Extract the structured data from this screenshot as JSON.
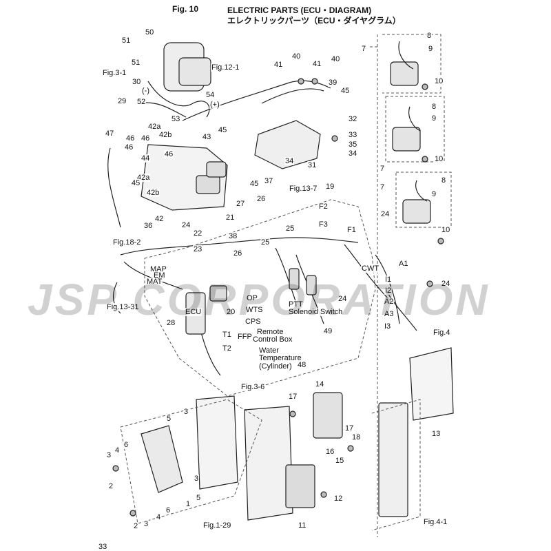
{
  "header": {
    "fig_no": "Fig. 10",
    "title_en": "ELECTRIC PARTS (ECU・DIAGRAM)",
    "title_jp": "エレクトリックパーツ（ECU・ダイヤグラム）"
  },
  "page_number": "33",
  "watermark": "JSP CORPORATION",
  "callouts": [
    {
      "id": "50",
      "text": "50"
    },
    {
      "id": "51a",
      "text": "51"
    },
    {
      "id": "51b",
      "text": "51"
    },
    {
      "id": "fig12_1",
      "text": "Fig.12-1"
    },
    {
      "id": "fig3_1",
      "text": "Fig.3-1"
    },
    {
      "id": "30",
      "text": "30"
    },
    {
      "id": "neg",
      "text": "(-)"
    },
    {
      "id": "29",
      "text": "29"
    },
    {
      "id": "52",
      "text": "52"
    },
    {
      "id": "54",
      "text": "54"
    },
    {
      "id": "pos",
      "text": "(+)"
    },
    {
      "id": "53",
      "text": "53"
    },
    {
      "id": "42a_1",
      "text": "42a"
    },
    {
      "id": "42b_1",
      "text": "42b"
    },
    {
      "id": "43",
      "text": "43"
    },
    {
      "id": "45a",
      "text": "45"
    },
    {
      "id": "47",
      "text": "47"
    },
    {
      "id": "46a",
      "text": "46"
    },
    {
      "id": "46b",
      "text": "46"
    },
    {
      "id": "46c",
      "text": "46"
    },
    {
      "id": "46d",
      "text": "46"
    },
    {
      "id": "44",
      "text": "44"
    },
    {
      "id": "42a_2",
      "text": "42a"
    },
    {
      "id": "45b",
      "text": "45"
    },
    {
      "id": "42b_2",
      "text": "42b"
    },
    {
      "id": "42",
      "text": "42"
    },
    {
      "id": "45c",
      "text": "45"
    },
    {
      "id": "37",
      "text": "37"
    },
    {
      "id": "36",
      "text": "36"
    },
    {
      "id": "fig18_2",
      "text": "Fig.18-2"
    },
    {
      "id": "40a",
      "text": "40"
    },
    {
      "id": "41a",
      "text": "41"
    },
    {
      "id": "41b",
      "text": "41"
    },
    {
      "id": "40b",
      "text": "40"
    },
    {
      "id": "39",
      "text": "39"
    },
    {
      "id": "45d",
      "text": "45"
    },
    {
      "id": "32",
      "text": "32"
    },
    {
      "id": "33",
      "text": "33"
    },
    {
      "id": "35",
      "text": "35"
    },
    {
      "id": "34a",
      "text": "34"
    },
    {
      "id": "34b",
      "text": "34"
    },
    {
      "id": "31",
      "text": "31"
    },
    {
      "id": "fig13_7",
      "text": "Fig.13-7"
    },
    {
      "id": "19",
      "text": "19"
    },
    {
      "id": "F2",
      "text": "F2"
    },
    {
      "id": "F3",
      "text": "F3"
    },
    {
      "id": "F1",
      "text": "F1"
    },
    {
      "id": "27",
      "text": "27"
    },
    {
      "id": "26a",
      "text": "26"
    },
    {
      "id": "25a",
      "text": "25"
    },
    {
      "id": "21",
      "text": "21"
    },
    {
      "id": "22",
      "text": "22"
    },
    {
      "id": "24a",
      "text": "24"
    },
    {
      "id": "23",
      "text": "23"
    },
    {
      "id": "38",
      "text": "38"
    },
    {
      "id": "26b",
      "text": "26"
    },
    {
      "id": "25b",
      "text": "25"
    },
    {
      "id": "MAP",
      "text": "MAP"
    },
    {
      "id": "EM",
      "text": "EM"
    },
    {
      "id": "MAT",
      "text": "MAT"
    },
    {
      "id": "fig13_31",
      "text": "Fig.13-31"
    },
    {
      "id": "ECU_lbl",
      "text": "ECU"
    },
    {
      "id": "20",
      "text": "20"
    },
    {
      "id": "OP",
      "text": "OP"
    },
    {
      "id": "WTS",
      "text": "WTS"
    },
    {
      "id": "PTT",
      "text": "PTT"
    },
    {
      "id": "solenoid",
      "text": "Solenoid Switch"
    },
    {
      "id": "remote1",
      "text": "Remote"
    },
    {
      "id": "remote2",
      "text": "Control Box"
    },
    {
      "id": "24b",
      "text": "24"
    },
    {
      "id": "28",
      "text": "28"
    },
    {
      "id": "CPS",
      "text": "CPS"
    },
    {
      "id": "T1",
      "text": "T1"
    },
    {
      "id": "FFP",
      "text": "FFP"
    },
    {
      "id": "T2",
      "text": "T2"
    },
    {
      "id": "49",
      "text": "49"
    },
    {
      "id": "water1",
      "text": "Water"
    },
    {
      "id": "water2",
      "text": "Temperature"
    },
    {
      "id": "water3",
      "text": "(Cylinder)"
    },
    {
      "id": "48",
      "text": "48"
    },
    {
      "id": "7a",
      "text": "7"
    },
    {
      "id": "8a",
      "text": "8"
    },
    {
      "id": "9a",
      "text": "9"
    },
    {
      "id": "10a",
      "text": "10"
    },
    {
      "id": "8b",
      "text": "8"
    },
    {
      "id": "9b",
      "text": "9"
    },
    {
      "id": "10b",
      "text": "10"
    },
    {
      "id": "7b",
      "text": "7"
    },
    {
      "id": "7c",
      "text": "7"
    },
    {
      "id": "8c",
      "text": "8"
    },
    {
      "id": "9c",
      "text": "9"
    },
    {
      "id": "10c",
      "text": "10"
    },
    {
      "id": "24c",
      "text": "24"
    },
    {
      "id": "CWT",
      "text": "CWT"
    },
    {
      "id": "A1",
      "text": "A1"
    },
    {
      "id": "I1",
      "text": "I1"
    },
    {
      "id": "I2",
      "text": "I2"
    },
    {
      "id": "A2",
      "text": "A2"
    },
    {
      "id": "A3",
      "text": "A3"
    },
    {
      "id": "I3",
      "text": "I3"
    },
    {
      "id": "24d",
      "text": "24"
    },
    {
      "id": "fig4",
      "text": "Fig.4"
    },
    {
      "id": "fig3_6",
      "text": "Fig.3-6"
    },
    {
      "id": "5a",
      "text": "5"
    },
    {
      "id": "3a",
      "text": "3"
    },
    {
      "id": "6a",
      "text": "6"
    },
    {
      "id": "4a",
      "text": "4"
    },
    {
      "id": "3b",
      "text": "3"
    },
    {
      "id": "2a",
      "text": "2"
    },
    {
      "id": "1",
      "text": "1"
    },
    {
      "id": "3c",
      "text": "3"
    },
    {
      "id": "5b",
      "text": "5"
    },
    {
      "id": "6b",
      "text": "6"
    },
    {
      "id": "4b",
      "text": "4"
    },
    {
      "id": "3d",
      "text": "3"
    },
    {
      "id": "2b",
      "text": "2"
    },
    {
      "id": "14",
      "text": "14"
    },
    {
      "id": "17a",
      "text": "17"
    },
    {
      "id": "17b",
      "text": "17"
    },
    {
      "id": "18",
      "text": "18"
    },
    {
      "id": "16",
      "text": "16"
    },
    {
      "id": "15",
      "text": "15"
    },
    {
      "id": "13",
      "text": "13"
    },
    {
      "id": "fig1_29",
      "text": "Fig.1-29"
    },
    {
      "id": "11",
      "text": "11"
    },
    {
      "id": "12",
      "text": "12"
    },
    {
      "id": "fig4_1",
      "text": "Fig.4-1"
    }
  ]
}
